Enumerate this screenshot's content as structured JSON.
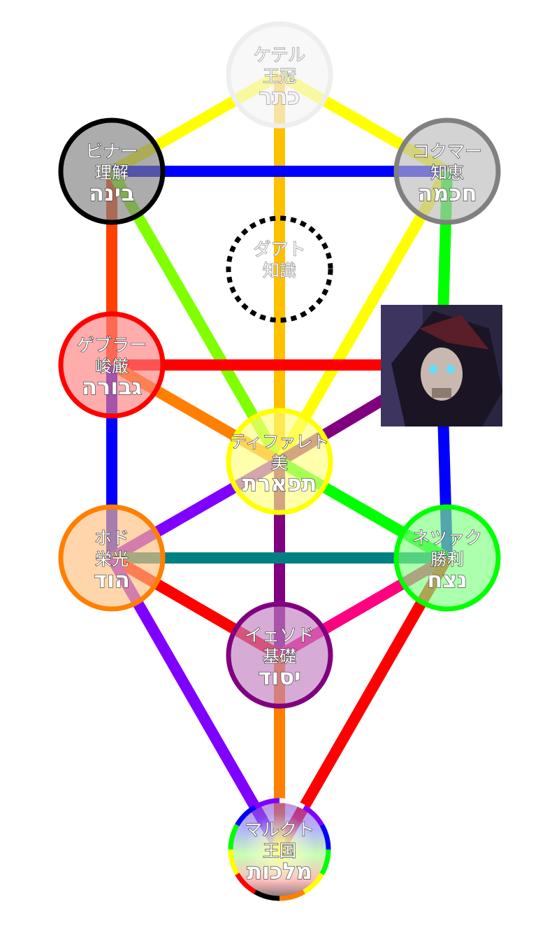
{
  "title": "Tree of Life (Sephiroth)",
  "nodes": {
    "keter": {
      "jp": "ケテル",
      "kanji": "王冠",
      "hebrew": "כתר",
      "fill": "#f4f4f4",
      "stroke": "#eeeeee",
      "text": "light"
    },
    "binah": {
      "jp": "ビナー",
      "kanji": "理解",
      "hebrew": "בינה",
      "fill": "#808080",
      "stroke": "#000000"
    },
    "chokmah": {
      "jp": "コクマー",
      "kanji": "知恵",
      "hebrew": "חכמה",
      "fill": "#bbbbbb",
      "stroke": "#808080"
    },
    "daat": {
      "jp": "ダアト",
      "kanji": "知識",
      "hebrew": "",
      "fill": "none",
      "stroke": "#000000",
      "text": "light",
      "dashed": true
    },
    "gevurah": {
      "jp": "ゲブラー",
      "kanji": "峻厳",
      "hebrew": "גבורה",
      "fill": "#ff8080",
      "stroke": "#ff0000"
    },
    "chesed": {
      "image": "hooded-skull-portrait"
    },
    "tiferet": {
      "jp": "ティファレト",
      "kanji": "美",
      "hebrew": "תפארת",
      "fill": "#ffff80",
      "stroke": "#ffff00"
    },
    "hod": {
      "jp": "ホド",
      "kanji": "栄光",
      "hebrew": "הוד",
      "fill": "#ffc080",
      "stroke": "#ff8000"
    },
    "netzach": {
      "jp": "ネツァク",
      "kanji": "勝利",
      "hebrew": "נצח",
      "fill": "#80ff80",
      "stroke": "#00ff00"
    },
    "yesod": {
      "jp": "イェソド",
      "kanji": "基礎",
      "hebrew": "יסוד",
      "fill": "#c080c0",
      "stroke": "#800080"
    },
    "malkuth": {
      "jp": "マルクト",
      "kanji": "王国",
      "hebrew": "מלכות",
      "fill": "rainbow",
      "stroke": "rainbow"
    }
  },
  "paths": [
    {
      "from": "keter",
      "to": "binah",
      "color": "#ffff00"
    },
    {
      "from": "keter",
      "to": "chokmah",
      "color": "#ffff00"
    },
    {
      "from": "keter",
      "to": "tiferet",
      "color": "#ffc000"
    },
    {
      "from": "binah",
      "to": "chokmah",
      "color": "#0000ff"
    },
    {
      "from": "binah",
      "to": "gevurah",
      "color": "#ff4000"
    },
    {
      "from": "binah",
      "to": "tiferet",
      "color": "#80ff00"
    },
    {
      "from": "chokmah",
      "to": "tiferet",
      "color": "#ffff00"
    },
    {
      "from": "chokmah",
      "to": "chesed",
      "color": "#00ff00"
    },
    {
      "from": "gevurah",
      "to": "chesed",
      "color": "#ff0000"
    },
    {
      "from": "gevurah",
      "to": "tiferet",
      "color": "#ff8000"
    },
    {
      "from": "chesed",
      "to": "tiferet",
      "color": "#800080"
    },
    {
      "from": "chesed",
      "to": "netzach",
      "color": "#0000ff"
    },
    {
      "from": "gevurah",
      "to": "hod",
      "color": "#0000ff"
    },
    {
      "from": "tiferet",
      "to": "hod",
      "color": "#8000ff"
    },
    {
      "from": "tiferet",
      "to": "netzach",
      "color": "#00ff00"
    },
    {
      "from": "tiferet",
      "to": "yesod",
      "color": "#800080"
    },
    {
      "from": "hod",
      "to": "netzach",
      "color": "#008080"
    },
    {
      "from": "hod",
      "to": "yesod",
      "color": "#ff0000"
    },
    {
      "from": "netzach",
      "to": "yesod",
      "color": "#ff0080"
    },
    {
      "from": "hod",
      "to": "malkuth",
      "color": "#8000ff"
    },
    {
      "from": "netzach",
      "to": "malkuth",
      "color": "#ff0000"
    },
    {
      "from": "yesod",
      "to": "malkuth",
      "color": "#ff8000"
    }
  ]
}
